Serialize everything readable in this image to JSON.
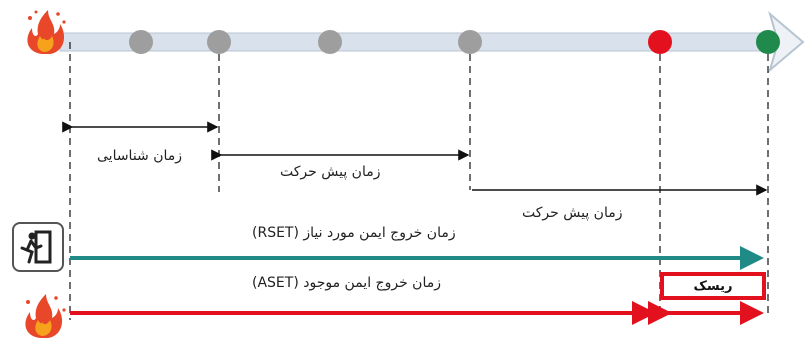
{
  "colors": {
    "timeline_bar": "#d9e2ec",
    "node_gray": "#9e9e9e",
    "node_red": "#e3101d",
    "node_green": "#1f8a4c",
    "rset_arrow": "#1f8a86",
    "aset_arrow": "#e3101d",
    "risk_border": "#e3101d"
  },
  "labels": {
    "detection": "زمان شناسایی",
    "pre_movement": "زمان پیش حرکت",
    "movement": "زمان پیش حرکت",
    "rset": "زمان خروج ایمن مورد نیاز (RSET)",
    "aset": "زمان خروج ایمن موجود (ASET)",
    "risk": "ریسک"
  },
  "icons": {
    "fire_top": "fire-icon",
    "fire_bottom": "fire-icon",
    "exit": "emergency-exit-icon"
  }
}
